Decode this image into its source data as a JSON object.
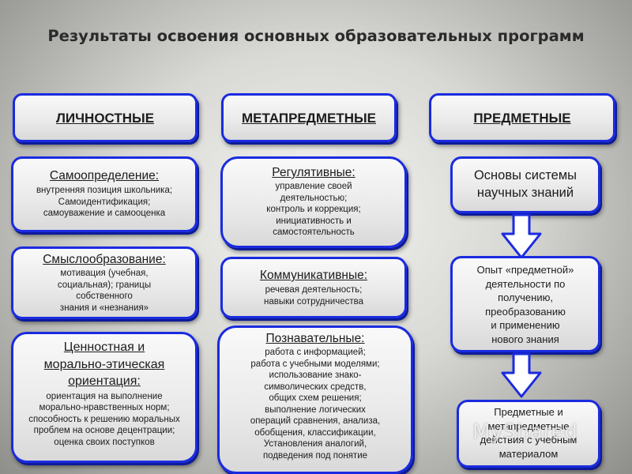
{
  "title": "Результаты освоения основных образовательных программ",
  "headers": {
    "personal": "ЛИЧНОСТНЫЕ",
    "meta": "МЕТАПРЕДМЕТНЫЕ",
    "subject": "ПРЕДМЕТНЫЕ"
  },
  "personal": {
    "self_determination": {
      "heading": "Самоопределение:",
      "text": "внутренняя позиция школьника;\nСамоидентификация;\nсамоуважение и самооценка"
    },
    "meaning_formation": {
      "heading": "Смыслообразование:",
      "text": "мотивация (учебная,\nсоциальная); границы\nсобственного\nзнания и «незнания»"
    },
    "value_orientation": {
      "heading": "Ценностная и\nморально-этическая\nориентация:",
      "text": "ориентация на выполнение\nморально-нравственных норм;\nспособность к решению моральных\nпроблем на основе децентрации;\nоценка своих поступков"
    }
  },
  "meta": {
    "regulative": {
      "heading": "Регулятивные:",
      "text": "управление своей\nдеятельностью;\nконтроль и коррекция;\nинициативность и\nсамостоятельность"
    },
    "communicative": {
      "heading": "Коммуникативные:",
      "text": "речевая деятельность;\nнавыки сотрудничества"
    },
    "cognitive": {
      "heading": "Познавательные:",
      "text": "работа с информацией;\nработа с учебными моделями;\nиспользование знако-\nсимволических средств,\nобщих схем решения;\nвыполнение логических\nопераций сравнения,  анализа,\nобобщения, классификации,\nУстановления аналогий,\nподведения под понятие"
    }
  },
  "subject": {
    "basics": "Основы системы\nнаучных знаний",
    "experience": "Опыт «предметной»\nдеятельности по\nполучению,\nпреобразованию\nи применению\nнового знания",
    "actions": "Предметные и\nметапредметные\nдействия с учебным\nматериалом"
  },
  "watermark": "MyShared",
  "colors": {
    "border": "#1a2be0",
    "arrow_fill": "#ffffff",
    "arrow_stroke": "#1a2be0"
  }
}
